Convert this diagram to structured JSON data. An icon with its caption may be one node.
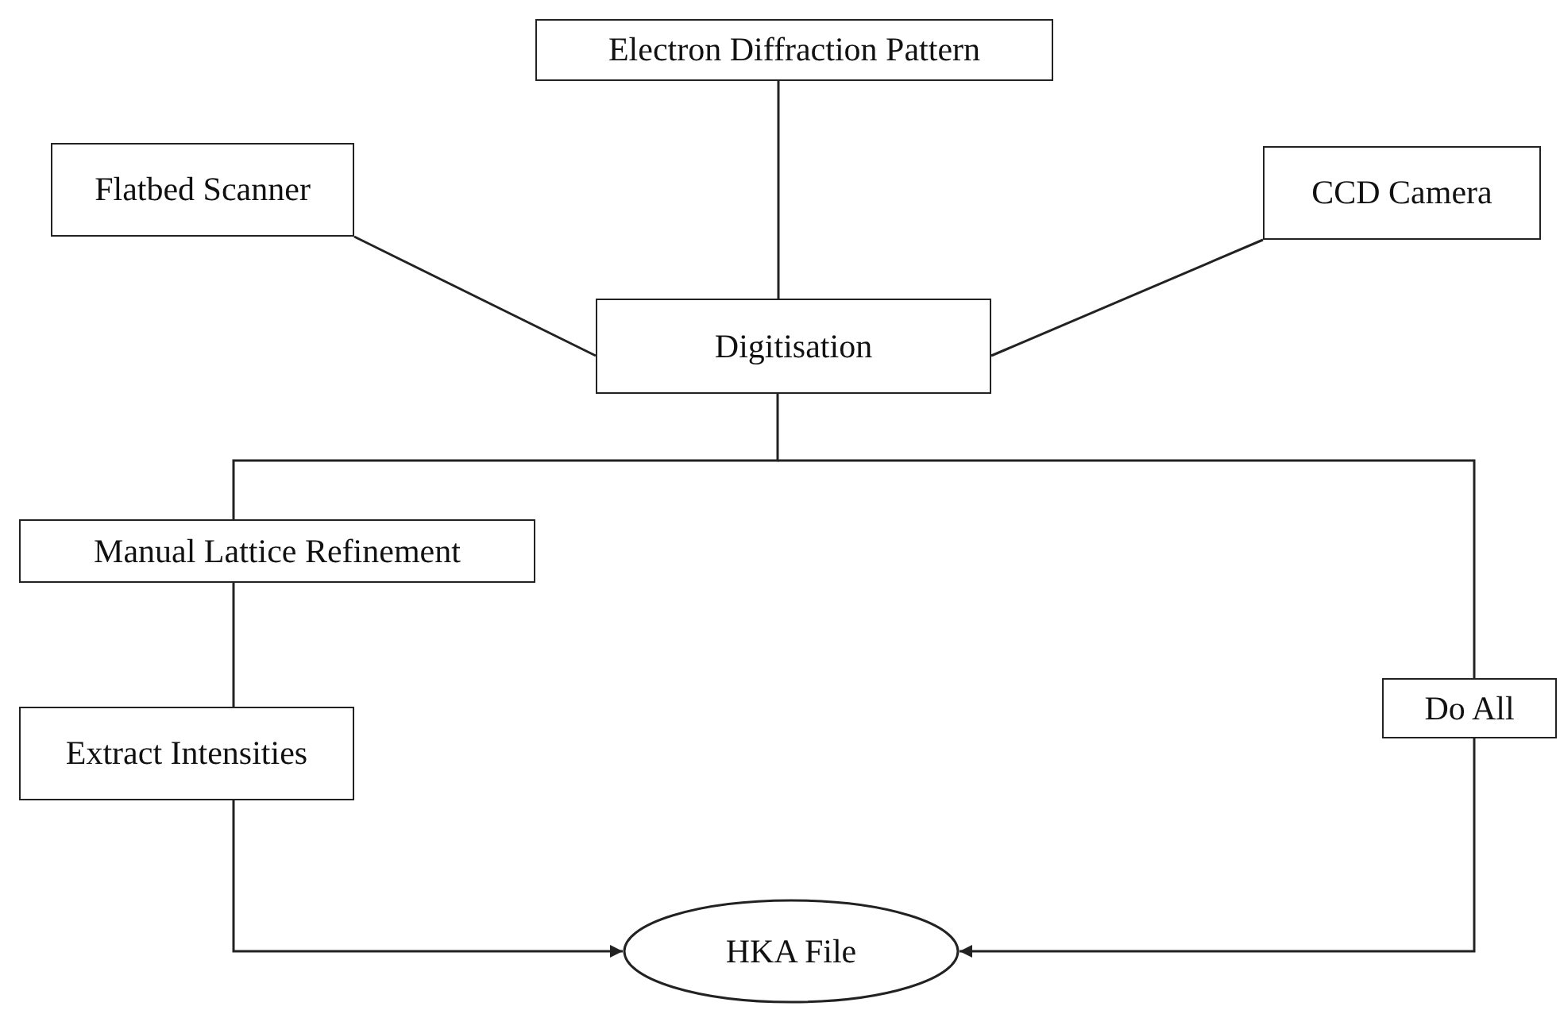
{
  "diagram": {
    "nodes": [
      {
        "text": [
          "Electron Diffraction Pattern"
        ]
      },
      {
        "text": [
          "Flatbed Scanner"
        ]
      },
      {
        "text": [
          "CCD Camera"
        ]
      },
      {
        "text": [
          "Digitisation"
        ]
      },
      {
        "text": [
          "Manual Lattice Refinement"
        ]
      },
      {
        "text": [
          "Extract Intensities"
        ]
      },
      {
        "text": [
          "Do All"
        ]
      },
      {
        "text": [
          "HKA File"
        ]
      }
    ],
    "edges": [
      {
        "from": 0,
        "to": 3,
        "arrow": "none"
      },
      {
        "from": 1,
        "to": 3,
        "arrow": "none"
      },
      {
        "from": 2,
        "to": 3,
        "arrow": "none"
      },
      {
        "from": 3,
        "to": 4,
        "arrow": "none"
      },
      {
        "from": 3,
        "to": 6,
        "arrow": "none"
      },
      {
        "from": 4,
        "to": 5,
        "arrow": "none"
      },
      {
        "from": 5,
        "to": 7,
        "arrow": "to"
      },
      {
        "from": 6,
        "to": 7,
        "arrow": "to"
      }
    ]
  }
}
